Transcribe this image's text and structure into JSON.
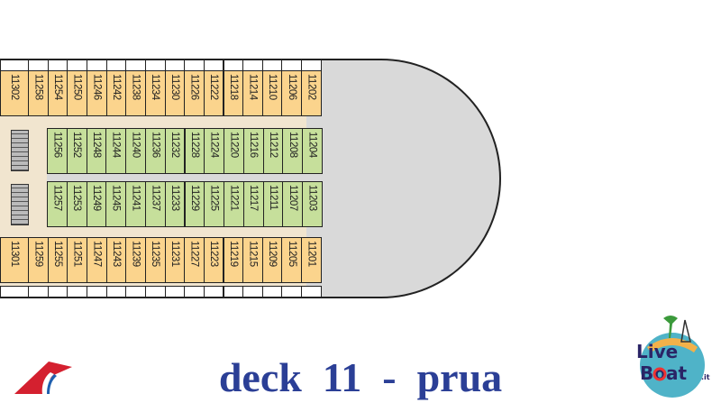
{
  "deck_plan": {
    "top_outer": [
      "11302",
      "11258",
      "11254",
      "11250",
      "11246",
      "11242",
      "11238",
      "11234",
      "11230",
      "11226",
      "11222",
      "11218",
      "11214",
      "11210",
      "11206",
      "11202"
    ],
    "top_inner": [
      "11256",
      "11252",
      "11248",
      "11244",
      "11240",
      "11236",
      "11232",
      "11228",
      "11224",
      "11220",
      "11216",
      "11212",
      "11208",
      "11204"
    ],
    "bottom_inner": [
      "11257",
      "11253",
      "11249",
      "11245",
      "11241",
      "11237",
      "11233",
      "11229",
      "11225",
      "11221",
      "11217",
      "11211",
      "11207",
      "11203"
    ],
    "bottom_outer": [
      "11301",
      "11259",
      "11255",
      "11251",
      "11247",
      "11243",
      "11239",
      "11235",
      "11231",
      "11227",
      "11223",
      "11219",
      "11215",
      "11209",
      "11205",
      "11201"
    ]
  },
  "title": "deck  11  -  prua",
  "logos": {
    "carnival": "carnival-funnel-logo",
    "liveboat": "LiveBoat.it"
  },
  "colors": {
    "outer_cabin": "#fbd48d",
    "inner_cabin": "#c6df9b",
    "title": "#2b3f96"
  }
}
